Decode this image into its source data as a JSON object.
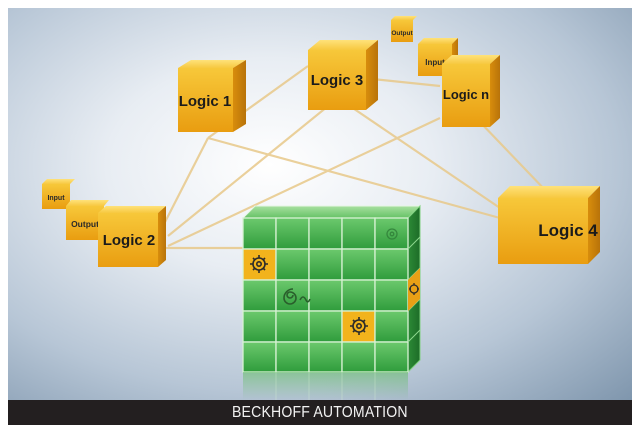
{
  "caption": "BECKHOFF AUTOMATION",
  "colors": {
    "logic_cube": "#f2b31c",
    "logic_cube_dark": "#d68d0a",
    "grid_cube": "#3fae49",
    "grid_cube_dark": "#1f7d2c",
    "caption_bar": "#231f20",
    "link_line": "#e8c98a"
  },
  "logic_blocks": {
    "logic1": "Logic 1",
    "logic2": "Logic 2",
    "logic3": "Logic 3",
    "logicn": "Logic n",
    "logic4": "Logic 4"
  },
  "io_tiles": {
    "logicn_output": "Output",
    "logicn_input": "Input",
    "logic2_input": "Input",
    "logic2_output": "Output"
  },
  "icons": [
    "gear-icon",
    "spiral-icon"
  ]
}
